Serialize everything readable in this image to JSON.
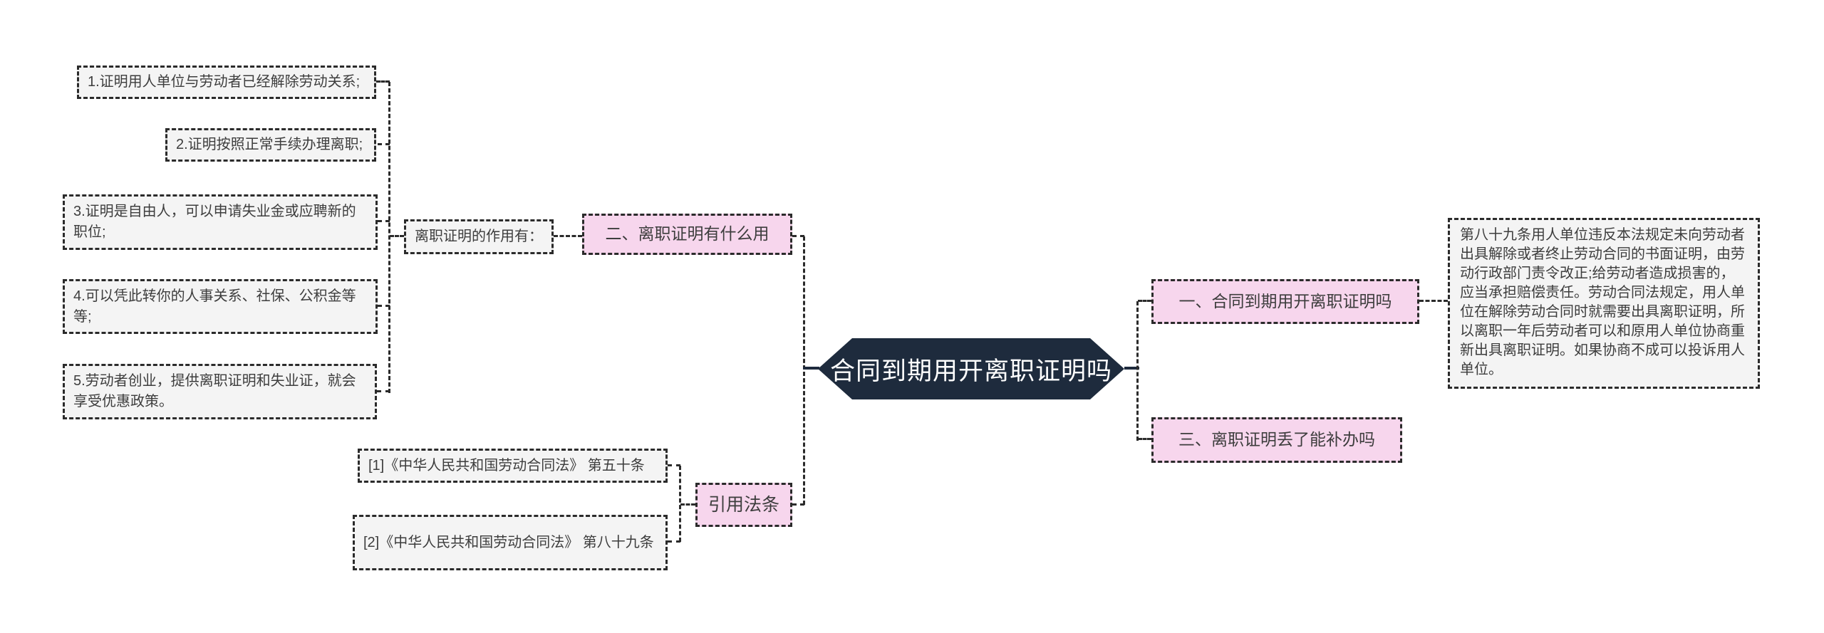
{
  "title": "合同到期用开离职证明吗",
  "colors": {
    "background": "#ffffff",
    "root_fill": "#1e2b3d",
    "root_text": "#ffffff",
    "section_fill": "#f7d6ed",
    "detail_fill": "#f4f4f4",
    "border": "#2b2b2b",
    "text": "#3d3d3d"
  },
  "root": {
    "label": "合同到期用开离职证明吗"
  },
  "usage_branch": {
    "section_label": "二、离职证明有什么用",
    "group_label": "离职证明的作用有：",
    "items": [
      "1.证明用人单位与劳动者已经解除劳动关系;",
      "2.证明按照正常手续办理离职;",
      "3.证明是自由人，可以申请失业金或应聘新的职位;",
      "4.可以凭此转你的人事关系、社保、公积金等等;",
      "5.劳动者创业，提供离职证明和失业证，就会享受优惠政策。"
    ]
  },
  "law_branch": {
    "section_label": "引用法条",
    "items": [
      "[1]《中华人民共和国劳动合同法》 第五十条",
      "[2]《中华人民共和国劳动合同法》 第八十九条"
    ]
  },
  "contract_branch": {
    "section_label": "一、合同到期用开离职证明吗",
    "detail": "第八十九条用人单位违反本法规定未向劳动者出具解除或者终止劳动合同的书面证明，由劳动行政部门责令改正;给劳动者造成损害的，应当承担赔偿责任。劳动合同法规定，用人单位在解除劳动合同时就需要出具离职证明，所以离职一年后劳动者可以和原用人单位协商重新出具离职证明。如果协商不成可以投诉用人单位。"
  },
  "reissue_branch": {
    "section_label": "三、离职证明丢了能补办吗"
  }
}
